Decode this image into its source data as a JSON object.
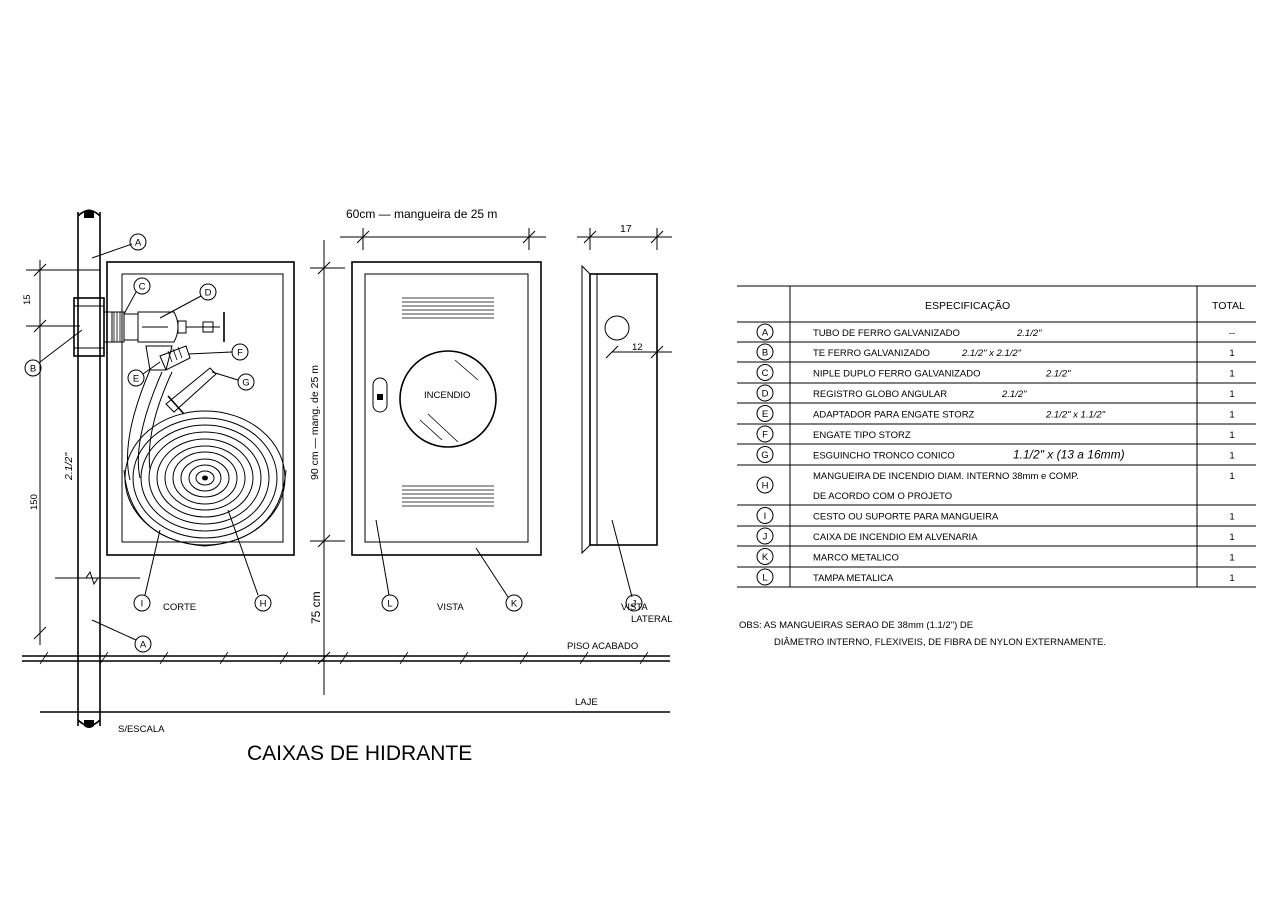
{
  "drawing": {
    "title": "CAIXAS DE HIDRANTE",
    "scale_note": "S/ESCALA",
    "dim_width": "60cm — mangueira de 25 m",
    "dim_depth": "17",
    "dim_inner": "12",
    "dim_height": "90 cm — mang. de 25 m",
    "dim_75": "75 cm",
    "dim_150": "150",
    "dim_15": "15",
    "pipe_size": "2.1/2\"",
    "label_corte": "CORTE",
    "label_vista": "VISTA",
    "label_vista_lateral_1": "VISTA",
    "label_vista_lateral_2": "LATERAL",
    "label_incendio": "INCENDIO",
    "label_piso": "PISO ACABADO",
    "label_laje": "LAJE",
    "callouts": {
      "a": "A",
      "b": "B",
      "c": "C",
      "d": "D",
      "e": "E",
      "f": "F",
      "g": "G",
      "h": "H",
      "i": "I",
      "j": "J",
      "k": "K",
      "l": "L"
    }
  },
  "table": {
    "header_spec": "ESPECIFICAÇÃO",
    "header_total": "TOTAL",
    "rows": [
      {
        "code": "A",
        "spec": "TUBO DE FERRO GALVANIZADO",
        "size": "2.1/2\"",
        "total": "--"
      },
      {
        "code": "B",
        "spec": "TE FERRO GALVANIZADO",
        "size": "2.1/2\" x 2.1/2\"",
        "total": "1"
      },
      {
        "code": "C",
        "spec": "NIPLE DUPLO FERRO GALVANIZADO",
        "size": "2.1/2\"",
        "total": "1"
      },
      {
        "code": "D",
        "spec": "REGISTRO GLOBO ANGULAR",
        "size": "2.1/2\"",
        "total": "1"
      },
      {
        "code": "E",
        "spec": "ADAPTADOR PARA ENGATE STORZ",
        "size": "2.1/2\" x 1.1/2\"",
        "total": "1"
      },
      {
        "code": "F",
        "spec": "ENGATE TIPO STORZ",
        "size": "",
        "total": "1"
      },
      {
        "code": "G",
        "spec": "ESGUINCHO TRONCO CONICO",
        "size": "1.1/2\" x (13 a 16mm)",
        "total": "1"
      },
      {
        "code": "H",
        "spec": "MANGUEIRA DE INCENDIO DIAM. INTERNO 38mm e COMP.",
        "spec2": "DE ACORDO COM O PROJETO",
        "size": "",
        "total": "1"
      },
      {
        "code": "I",
        "spec": "CESTO OU SUPORTE PARA MANGUEIRA",
        "size": "",
        "total": "1"
      },
      {
        "code": "J",
        "spec": "CAIXA DE INCENDIO EM ALVENARIA",
        "size": "",
        "total": "1"
      },
      {
        "code": "K",
        "spec": "MARCO METALICO",
        "size": "",
        "total": "1"
      },
      {
        "code": "L",
        "spec": "TAMPA METALICA",
        "size": "",
        "total": "1"
      }
    ],
    "note_line1": "OBS: AS MANGUEIRAS SERAO DE 38mm (1.1/2\") DE",
    "note_line2": "DIÂMETRO INTERNO, FLEXIVEIS, DE FIBRA DE NYLON EXTERNAMENTE."
  }
}
